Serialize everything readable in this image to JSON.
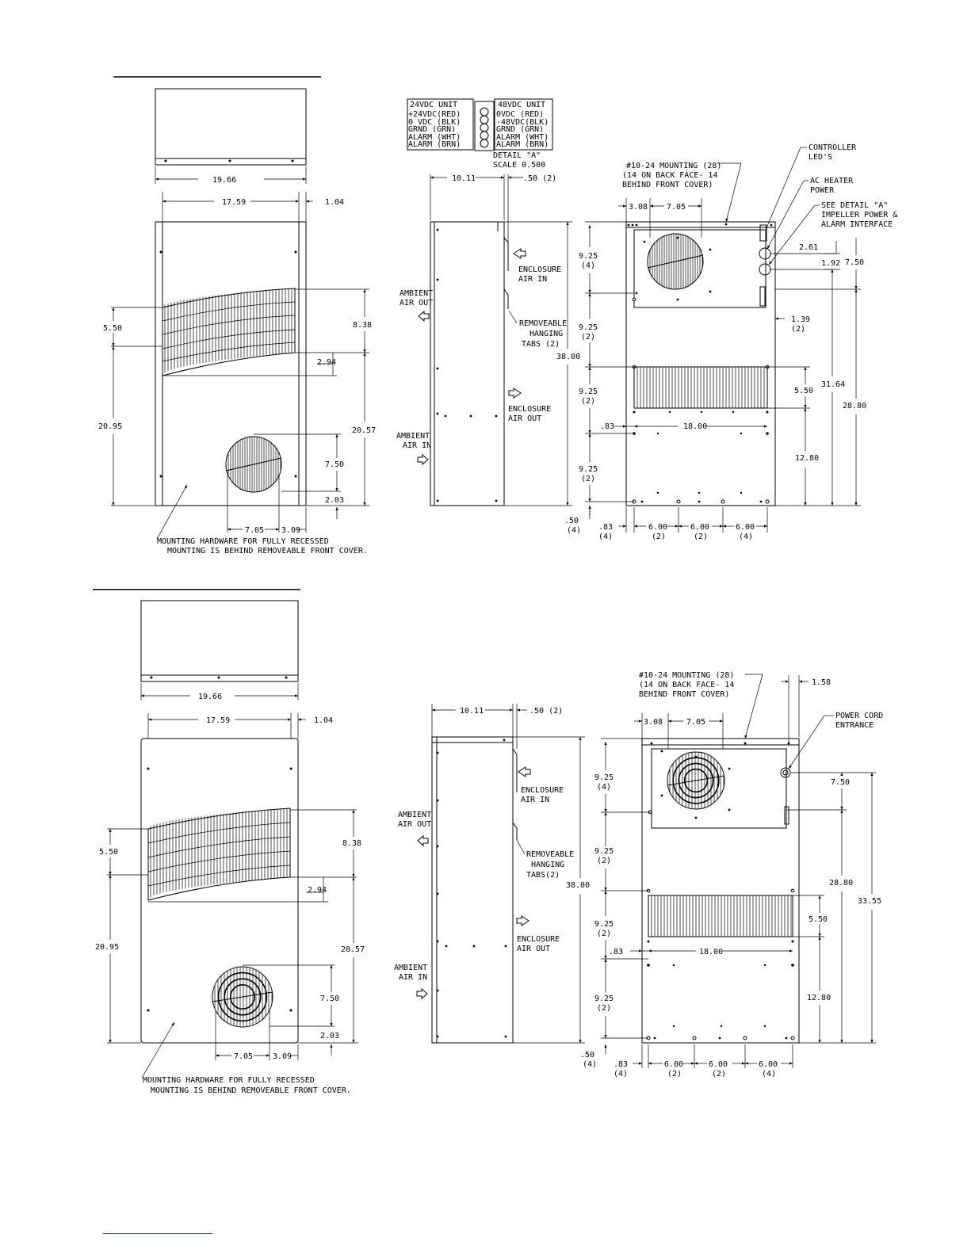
{
  "top": {
    "front": {
      "overall_width": "19.66",
      "frame_width": "17.59",
      "right_offset": "1.04",
      "left_height_5_50": "5.50",
      "left_height_20_95": "20.95",
      "right_8_38": "8.38",
      "right_2_94": "2.94",
      "right_20_57": "20.57",
      "right_7_50": "7.50",
      "right_2_03": "2.03",
      "bottom_7_05": "7.05",
      "bottom_3_09": "3.09",
      "note_line1": "MOUNTING HARDWARE FOR FULLY RECESSED",
      "note_line2": "MOUNTING IS BEHIND REMOVEABLE FRONT COVER."
    },
    "detail": {
      "col1_title": "24VDC UNIT",
      "col1_lines": [
        "+24VDC(RED)",
        "0 VDC (BLK)",
        "GRND (GRN)",
        "ALARM (WHT)",
        "ALARM (BRN)"
      ],
      "col2_title": "48VDC UNIT",
      "col2_lines": [
        "0VDC (RED)",
        "-48VDC(BLK)",
        "GRND (GRN)",
        "ALARM (WHT)",
        "ALARM (BRN)"
      ],
      "caption": "DETAIL \"A\"",
      "scale": "SCALE  0.500"
    },
    "side": {
      "depth": "10.11",
      "tab": ".50 (2)",
      "height": "38.00",
      "enclosure_air_in": [
        "ENCLOSURE",
        "AIR IN"
      ],
      "ambient_air_out": [
        "AMBIENT",
        "AIR OUT"
      ],
      "hanging_tabs": [
        "REMOVEABLE",
        "HANGING",
        "TABS (2)"
      ],
      "enclosure_air_out": [
        "ENCLOSURE",
        "AIR OUT"
      ],
      "ambient_air_in": [
        "AMBIENT",
        "AIR IN"
      ]
    },
    "back": {
      "mounting_note": [
        "#10-24 MOUNTING (28)",
        "(14 ON BACK FACE- 14",
        "BEHIND FRONT COVER)"
      ],
      "controller": [
        "CONTROLLER",
        "LED'S"
      ],
      "ac_heater": [
        "AC HEATER",
        "POWER"
      ],
      "see_detail": [
        "SEE DETAIL \"A\"",
        "IMPELLER POWER &",
        "ALARM INTERFACE"
      ],
      "dim_3_08": "3.08",
      "dim_7_05": "7.05",
      "dim_2_61": "2.61",
      "dim_1_92": "1.92",
      "dim_7_50": "7.50",
      "dim_1_39": "1.39",
      "dim_1_39_n": "(2)",
      "v1": "9.25",
      "v1n": "(4)",
      "v2": "9.25",
      "v2n": "(2)",
      "v3": "9.25",
      "v3n": "(2)",
      "v4": "9.25",
      "v4n": "(2)",
      "dim_5_50": "5.50",
      "dim_31_64": "31.64",
      "dim_28_80": "28.80",
      "dim_83": ".83",
      "dim_18_00": "18.00",
      "dim_12_80": "12.80",
      "bot_50": ".50",
      "bot_50n": "(4)",
      "bot_83": ".83",
      "bot_83n": "(4)",
      "bot_6a": "6.00",
      "bot_6an": "(2)",
      "bot_6b": "6.00",
      "bot_6bn": "(2)",
      "bot_6c": "6.00",
      "bot_6cn": "(4)"
    }
  },
  "bottom": {
    "front": {
      "overall_width": "19.66",
      "frame_width": "17.59",
      "right_offset": "1.04",
      "left_height_5_50": "5.50",
      "left_height_20_95": "20.95",
      "right_8_38": "8.38",
      "right_2_94": "2.94",
      "right_20_57": "20.57",
      "right_7_50": "7.50",
      "right_2_03": "2.03",
      "bottom_7_05": "7.05",
      "bottom_3_09": "3.09",
      "note_line1": "MOUNTING HARDWARE FOR FULLY RECESSED",
      "note_line2": "MOUNTING IS BEHIND REMOVEABLE FRONT COVER."
    },
    "side": {
      "depth": "10.11",
      "tab": ".50 (2)",
      "height": "38.00",
      "enclosure_air_in": [
        "ENCLOSURE",
        "AIR IN"
      ],
      "ambient_air_out": [
        "AMBIENT",
        "AIR OUT"
      ],
      "hanging_tabs": [
        "REMOVEABLE",
        "HANGING",
        "TABS(2)"
      ],
      "enclosure_air_out": [
        "ENCLOSURE",
        "AIR OUT"
      ],
      "ambient_air_in": [
        "AMBIENT",
        "AIR IN"
      ]
    },
    "back": {
      "mounting_note": [
        "#10-24 MOUNTING (28)",
        "(14 ON BACK FACE- 14",
        "BEHIND FRONT COVER)"
      ],
      "dim_1_58": "1.58",
      "power_cord": [
        "POWER CORD",
        "ENTRANCE"
      ],
      "dim_3_08": "3.08",
      "dim_7_05": "7.05",
      "dim_7_50": "7.50",
      "v1": "9.25",
      "v1n": "(4)",
      "v2": "9.25",
      "v2n": "(2)",
      "v3": "9.25",
      "v3n": "(2)",
      "v4": "9.25",
      "v4n": "(2)",
      "dim_28_80": "28.80",
      "dim_33_55": "33.55",
      "dim_5_50": "5.50",
      "dim_83": ".83",
      "dim_18_00": "18.00",
      "dim_12_80": "12.80",
      "bot_50": ".50",
      "bot_50n": "(4)",
      "bot_83": ".83",
      "bot_83n": "(4)",
      "bot_6a": "6.00",
      "bot_6an": "(2)",
      "bot_6b": "6.00",
      "bot_6bn": "(2)",
      "bot_6c": "6.00",
      "bot_6cn": "(4)"
    }
  }
}
